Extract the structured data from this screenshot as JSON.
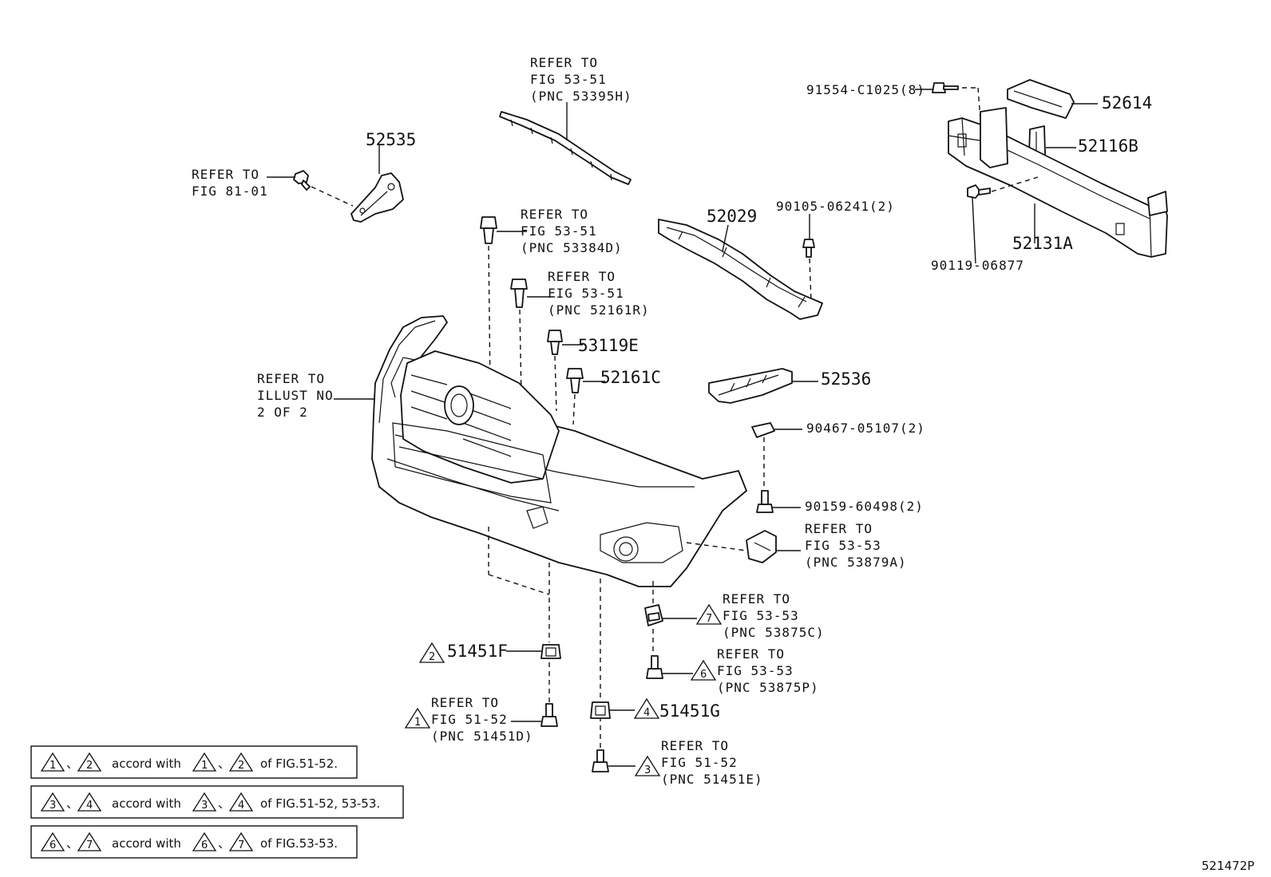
{
  "diagram": {
    "figure_id": "521472P",
    "callouts": {
      "c52535": "52535",
      "c_fig8101_l1": "REFER TO",
      "c_fig8101_l2": "FIG 81-01",
      "c_53395h_l1": "REFER TO",
      "c_53395h_l2": "FIG 53-51",
      "c_53395h_l3": "(PNC 53395H)",
      "c_53384d_l1": "REFER TO",
      "c_53384d_l2": "FIG 53-51",
      "c_53384d_l3": "(PNC 53384D)",
      "c_52161r_l1": "REFER TO",
      "c_52161r_l2": "FIG 53-51",
      "c_52161r_l3": "(PNC 52161R)",
      "c53119e": "53119E",
      "c52161c": "52161C",
      "c52029": "52029",
      "c90105": "90105-06241(2)",
      "c91554": "91554-C1025(8)",
      "c52614": "52614",
      "c52116b": "52116B",
      "c52131a": "52131A",
      "c90119": "90119-06877",
      "c52536": "52536",
      "c90467": "90467-05107(2)",
      "c90159": "90159-60498(2)",
      "c_illust_l1": "REFER TO",
      "c_illust_l2": "ILLUST NO",
      "c_illust_l3": "2 OF 2",
      "c_53879a_l1": "REFER TO",
      "c_53879a_l2": "FIG 53-53",
      "c_53879a_l3": "(PNC 53879A)",
      "c_53875c_l1": "REFER TO",
      "c_53875c_l2": "FIG 53-53",
      "c_53875c_l3": "(PNC 53875C)",
      "c_53875p_l1": "REFER TO",
      "c_53875p_l2": "FIG 53-53",
      "c_53875p_l3": "(PNC 53875P)",
      "c51451f": "51451F",
      "c51451g": "51451G",
      "c_51451d_l1": "REFER TO",
      "c_51451d_l2": "FIG 51-52",
      "c_51451d_l3": "(PNC 51451D)",
      "c_51451e_l1": "REFER TO",
      "c_51451e_l2": "FIG 51-52",
      "c_51451e_l3": "(PNC 51451E)",
      "tri1": "1",
      "tri2": "2",
      "tri3": "3",
      "tri4": "4",
      "tri6": "6",
      "tri7": "7"
    },
    "legend": [
      {
        "a": "1",
        "b": "2",
        "sep": "、",
        "mid": "accord with",
        "c": "1",
        "d": "2",
        "tail": "of FIG.51-52."
      },
      {
        "a": "3",
        "b": "4",
        "sep": "、",
        "mid": "accord with",
        "c": "3",
        "d": "4",
        "tail": "of FIG.51-52, 53-53."
      },
      {
        "a": "6",
        "b": "7",
        "sep": "、",
        "mid": "accord with",
        "c": "6",
        "d": "7",
        "tail": "of FIG.53-53."
      }
    ]
  }
}
